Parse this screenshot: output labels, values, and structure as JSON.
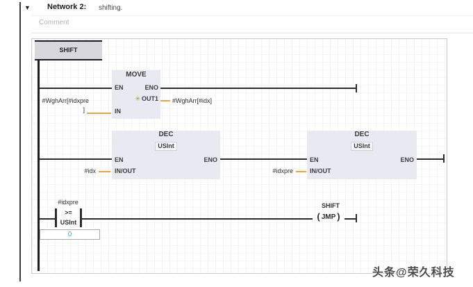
{
  "header": {
    "collapse_icon": "▼",
    "title": "Network 2:",
    "subtitle": "shifting.",
    "comment": "Comment"
  },
  "jump_label": "SHIFT",
  "move_block": {
    "title": "MOVE",
    "en": "EN",
    "eno": "ENO",
    "out1": "OUT1",
    "in": "IN",
    "out_icon": "✳",
    "in_operand_line1": "#WghArr[#idxpre",
    "in_operand_line2": "]",
    "out_operand": "#WghArr[#idx]"
  },
  "dec_block_1": {
    "title": "DEC",
    "datatype": "USInt",
    "en": "EN",
    "eno": "ENO",
    "inout": "IN/OUT",
    "operand": "#idx"
  },
  "dec_block_2": {
    "title": "DEC",
    "datatype": "USInt",
    "en": "EN",
    "eno": "ENO",
    "inout": "IN/OUT",
    "operand": "#idxpre"
  },
  "compare_contact": {
    "operand": "#idxpre",
    "operator": ">=",
    "datatype": "USInt",
    "value": "0"
  },
  "jump_coil": {
    "label": "SHIFT",
    "paren_open": "(",
    "name": "JMP",
    "paren_close": ")"
  },
  "watermark": "头条@荣久科技",
  "colors": {
    "block_fill": "#e9e9f1",
    "wire": "#2b2b2b",
    "operand_connector": "#f0a23c",
    "value_text": "#45a1dc",
    "canvas_border": "#c9c9dd",
    "rail": "#1f1f1f"
  }
}
